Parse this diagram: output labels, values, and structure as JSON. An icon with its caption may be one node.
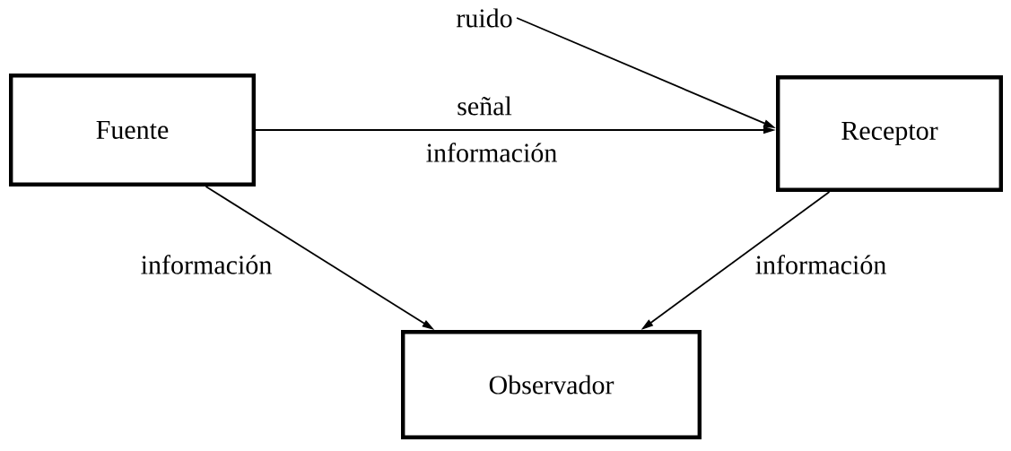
{
  "diagram": {
    "nodes": [
      {
        "text": [
          "Fuente"
        ]
      },
      {
        "text": [
          "Receptor"
        ]
      },
      {
        "text": [
          "Observador"
        ]
      },
      {
        "text": [
          "ruido"
        ]
      }
    ],
    "edges": [
      {
        "from": 3,
        "to": 1,
        "arrow": "to"
      },
      {
        "from": 0,
        "to": 1,
        "arrow": "to",
        "label": "señal"
      },
      {
        "from": 0,
        "to": 2,
        "arrow": "to",
        "label": "información"
      },
      {
        "from": 1,
        "to": 2,
        "arrow": "to",
        "label": "información"
      }
    ],
    "labels": [
      "información"
    ]
  }
}
